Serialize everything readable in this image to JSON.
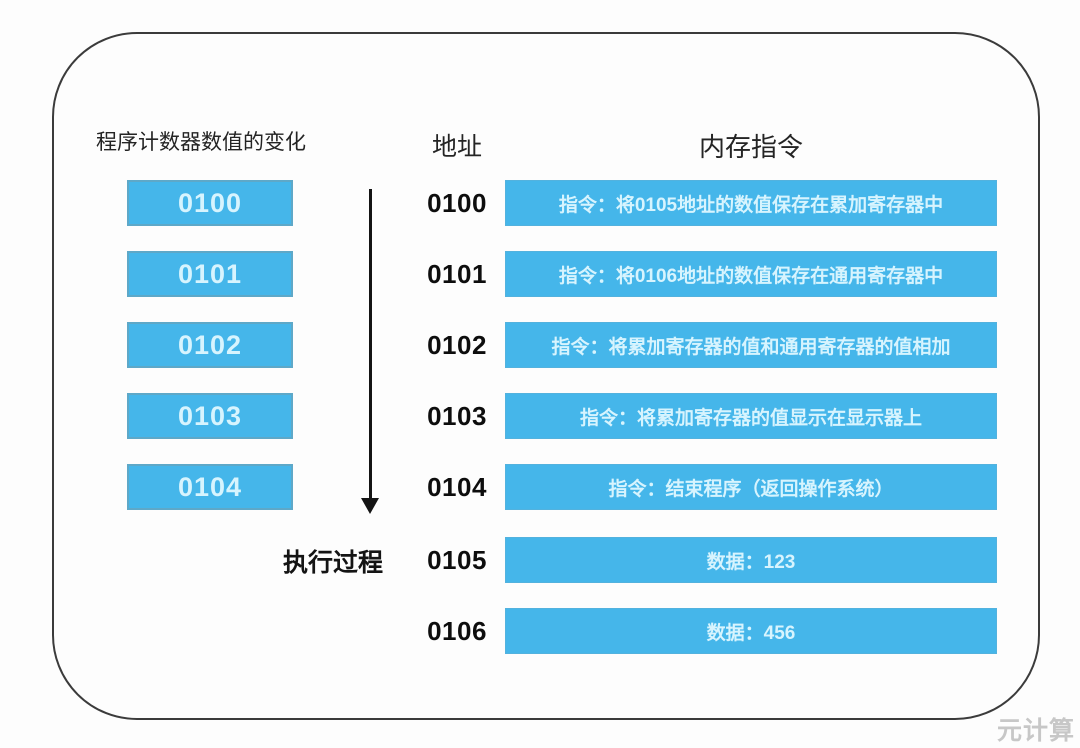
{
  "diagram": {
    "pc_column_header": "程序计数器数值的变化",
    "address_column_header": "地址",
    "memory_column_header": "内存指令",
    "execution_label": "执行过程",
    "pc_values": [
      "0100",
      "0101",
      "0102",
      "0103",
      "0104"
    ],
    "memory_rows": [
      {
        "address": "0100",
        "content": "指令：将0105地址的数值保存在累加寄存器中"
      },
      {
        "address": "0101",
        "content": "指令：将0106地址的数值保存在通用寄存器中"
      },
      {
        "address": "0102",
        "content": "指令：将累加寄存器的值和通用寄存器的值相加"
      },
      {
        "address": "0103",
        "content": "指令：将累加寄存器的值显示在显示器上"
      },
      {
        "address": "0104",
        "content": "指令：结束程序（返回操作系统）"
      },
      {
        "address": "0105",
        "content": "数据：123"
      },
      {
        "address": "0106",
        "content": "数据：456"
      }
    ]
  },
  "watermark": "元计算",
  "colors": {
    "box_fill": "#45b6ea",
    "box_text": "#d7f4fe",
    "pc_box_border": "#5ea8c8",
    "frame_border": "#3b3b3b",
    "arrow": "#141414",
    "watermark_text": "#c7c7c7"
  }
}
